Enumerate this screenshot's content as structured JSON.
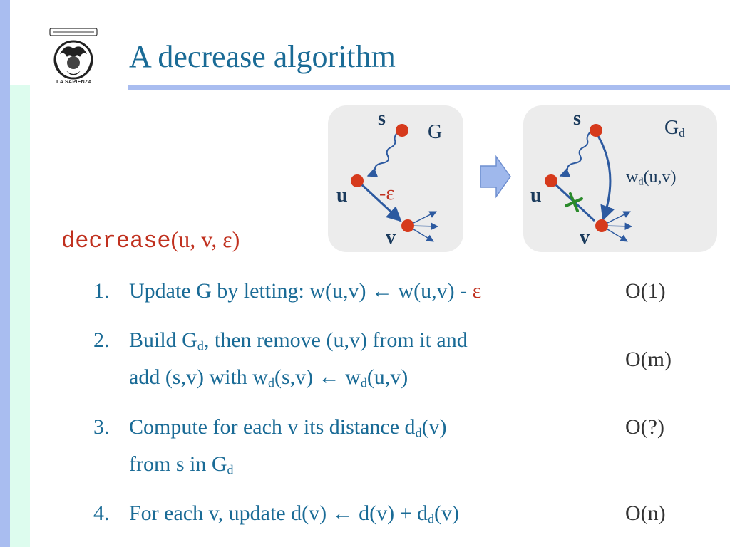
{
  "slide": {
    "title": "A decrease algorithm",
    "logo_text": "LA SAPIENZA"
  },
  "diagram_left": {
    "graph_label": "G",
    "node_s": "s",
    "node_u": "u",
    "node_v": "v",
    "edge_label": "-ε"
  },
  "diagram_right": {
    "graph_label": "G",
    "graph_label_sub": "d",
    "node_s": "s",
    "node_u": "u",
    "node_v": "v",
    "weight_w": "w",
    "weight_sub": "d",
    "weight_rest": "(u,v)"
  },
  "call": {
    "func": "decrease",
    "args": "(u, v, ε)"
  },
  "steps": [
    {
      "num": "1.",
      "lines": [
        {
          "a": "Update G by letting: w(u,v) ",
          "arrow": "←",
          "b": " w(u,v) - ",
          "eps": "ε"
        }
      ],
      "cost": "O(1)"
    },
    {
      "num": "2.",
      "lines": [
        {
          "a": "Build G",
          "sub": "d",
          "b": ", then remove (u,v) from it and"
        },
        {
          "a": "add (s,v) with w",
          "sub1": "d",
          "b": "(s,v) ",
          "arrow": "←",
          "c": " w",
          "sub2": "d",
          "d": "(u,v)"
        }
      ],
      "cost": "O(m)"
    },
    {
      "num": "3.",
      "lines": [
        {
          "a": "Compute for each v its distance d",
          "sub": "d",
          "b": "(v)"
        },
        {
          "a": "from s in G",
          "sub": "d"
        }
      ],
      "cost": "O(?)"
    },
    {
      "num": "4.",
      "lines": [
        {
          "a": "For each v, update  d(v) ",
          "arrow": "←",
          "b": " d(v) + d",
          "sub": "d",
          "c": "(v)"
        }
      ],
      "cost": "O(n)"
    }
  ],
  "colors": {
    "accent_blue": "#1a6b96",
    "node_red": "#d63a1c",
    "edge_blue": "#2d5aa0",
    "cross_green": "#2a8a2a",
    "left_bar": "#a9bdf0",
    "mint_bar": "#ddfcee"
  }
}
